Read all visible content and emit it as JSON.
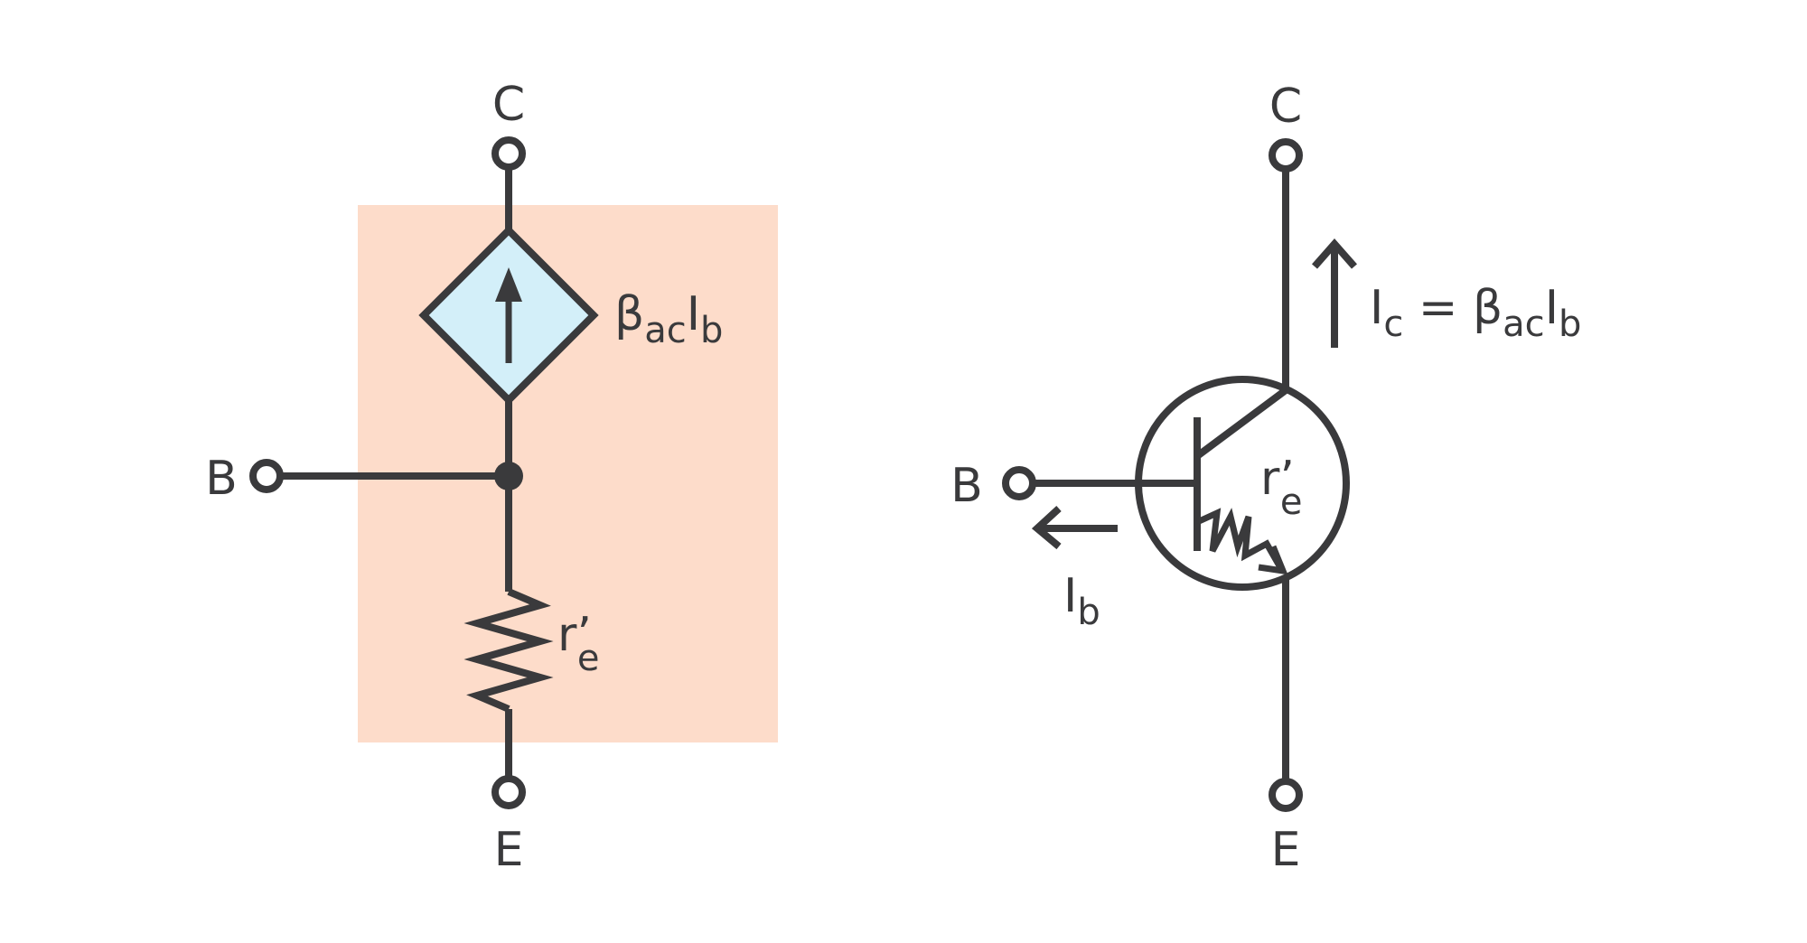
{
  "colors": {
    "ink": "#3a3a3c",
    "box_fill": "#fddcca",
    "source_fill": "#d3eff9",
    "background": "#ffffff"
  },
  "left_circuit": {
    "terminal_c": "C",
    "terminal_b": "B",
    "terminal_e": "E",
    "source_label": {
      "base": "β",
      "sub1": "ac",
      "mid": "I",
      "sub2": "b"
    },
    "resistor_label": {
      "base": "r’",
      "sub": "e"
    }
  },
  "right_circuit": {
    "terminal_c": "C",
    "terminal_b": "B",
    "terminal_e": "E",
    "collector_current": {
      "lhs": "I",
      "lhs_sub": "c",
      "eq": " = ",
      "beta": "β",
      "beta_sub": "ac",
      "mid": "I",
      "mid_sub": "b"
    },
    "base_current": {
      "base": "I",
      "sub": "b"
    },
    "resistor_label": {
      "base": "r’",
      "sub": "e"
    }
  }
}
